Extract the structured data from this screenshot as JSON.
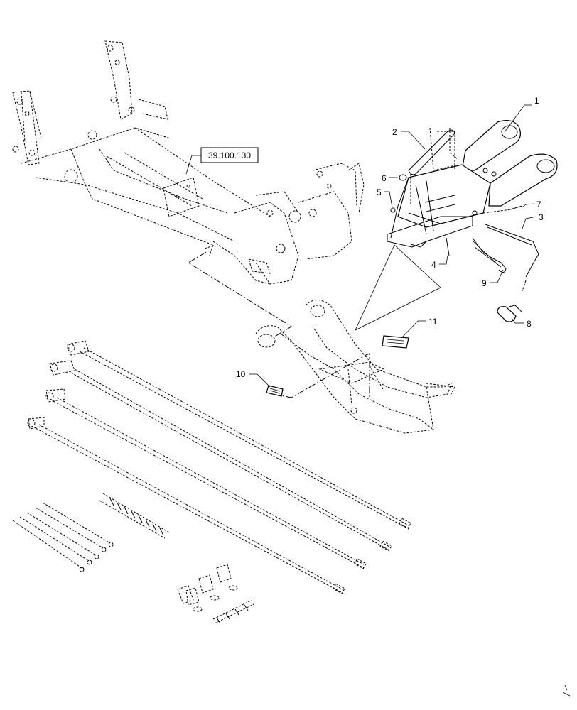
{
  "reference_box": {
    "label": "39.100.130"
  },
  "callouts": [
    {
      "id": "1",
      "label": "1"
    },
    {
      "id": "2",
      "label": "2"
    },
    {
      "id": "3",
      "label": "3"
    },
    {
      "id": "4",
      "label": "4"
    },
    {
      "id": "5",
      "label": "5"
    },
    {
      "id": "6",
      "label": "6"
    },
    {
      "id": "7",
      "label": "7"
    },
    {
      "id": "8",
      "label": "8"
    },
    {
      "id": "9",
      "label": "9"
    },
    {
      "id": "10",
      "label": "10"
    },
    {
      "id": "11",
      "label": "11"
    }
  ]
}
